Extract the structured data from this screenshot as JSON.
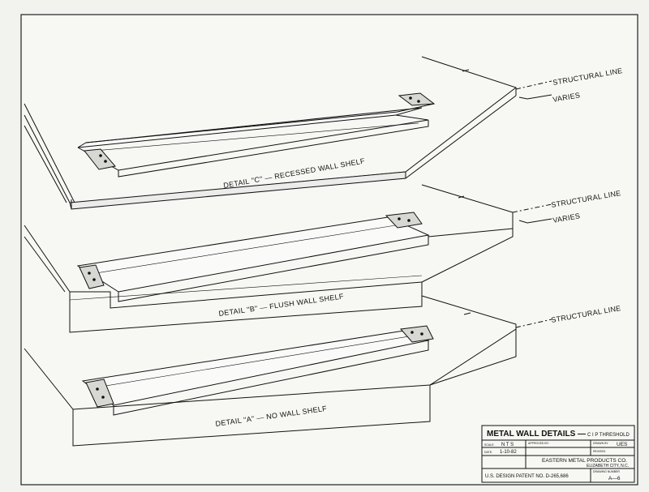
{
  "details": {
    "c": {
      "title": "DETAIL \"C\" — RECESSED WALL SHELF",
      "structural_line": "STRUCTURAL LINE",
      "varies": "VARIES"
    },
    "b": {
      "title": "DETAIL \"B\" — FLUSH WALL SHELF",
      "structural_line": "STRUCTURAL LINE",
      "varies": "VARIES"
    },
    "a": {
      "title": "DETAIL \"A\" — NO WALL SHELF",
      "structural_line": "STRUCTURAL LINE"
    }
  },
  "title_block": {
    "title": "METAL WALL DETAILS —",
    "subtitle": "C I P THRESHOLD",
    "scale_label": "SCALE:",
    "scale_value": "N T S",
    "approved_label": "APPROVED BY:",
    "drawn_label": "DRAWN BY",
    "drawn_value": "UES",
    "date_label": "DATE:",
    "date_value": "1-10-82",
    "revised_label": "REVISED",
    "company": "EASTERN METAL PRODUCTS CO.",
    "city": "ELIZABETH CITY, N.C.",
    "patent": "U.S. DESIGN PATENT NO. D-265,686",
    "drawing_label": "DRAWING NUMBER",
    "drawing_number": "A—6"
  }
}
